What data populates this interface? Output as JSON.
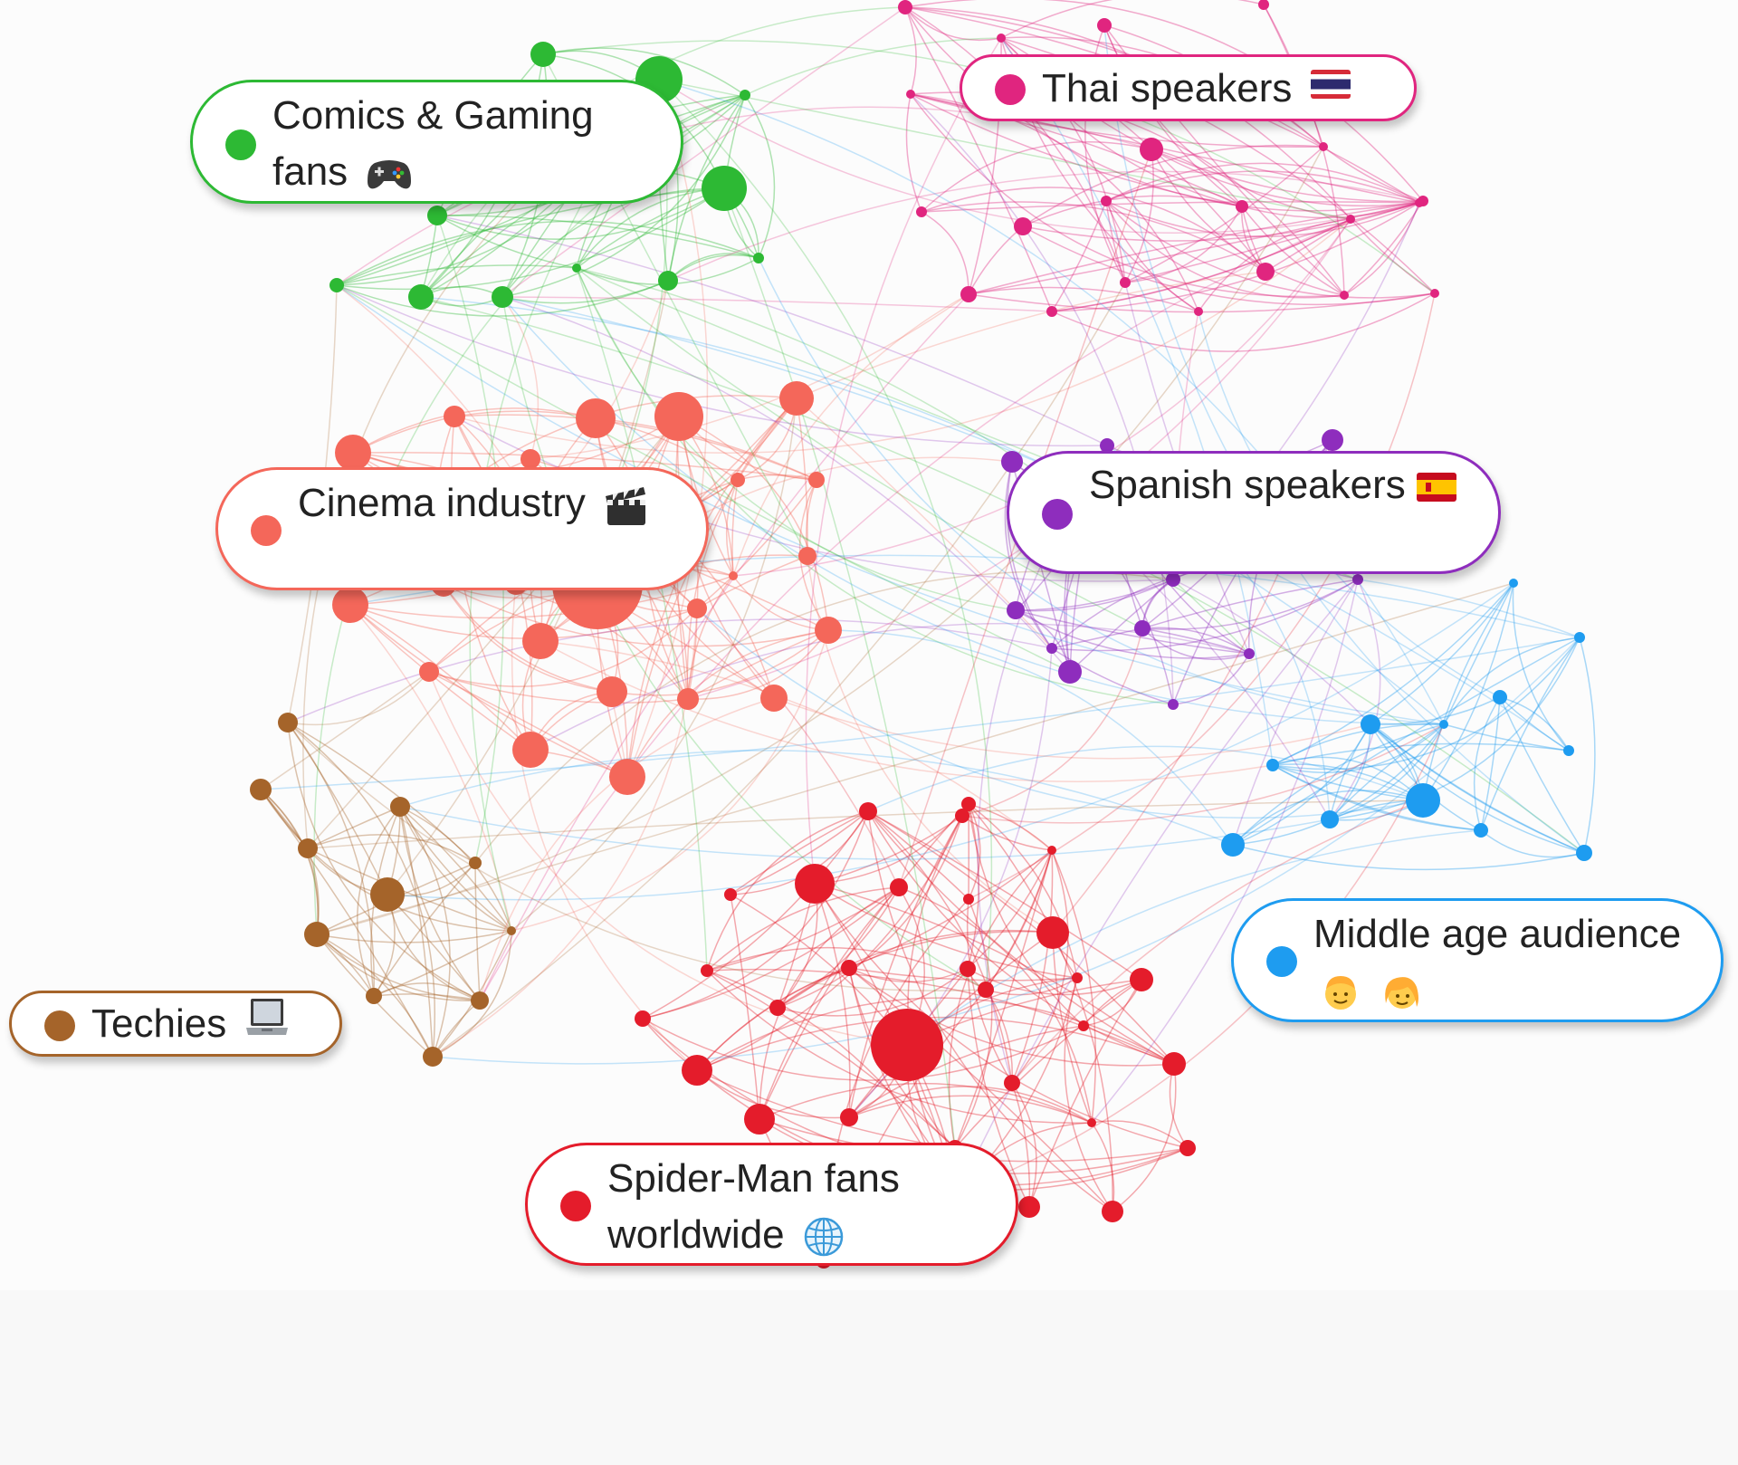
{
  "communities": [
    {
      "id": "comics",
      "label": "Comics & Gaming fans",
      "emoji": "gamepad-icon",
      "color": "#2db934"
    },
    {
      "id": "thai",
      "label": "Thai speakers",
      "emoji": "thai-flag-icon",
      "color": "#e0257f"
    },
    {
      "id": "cinema",
      "label": "Cinema industry",
      "emoji": "clapperboard-icon",
      "color": "#f4675a"
    },
    {
      "id": "spanish",
      "label": "Spanish speakers",
      "emoji": "spanish-flag-icon",
      "color": "#8e2dbd"
    },
    {
      "id": "techies",
      "label": "Techies",
      "emoji": "laptop-icon",
      "color": "#a5642a"
    },
    {
      "id": "middle",
      "label": "Middle age audience",
      "emoji": "man-and-woman-icon",
      "color": "#1e9cf0"
    },
    {
      "id": "spiderman",
      "label": "Spider-Man fans worldwide",
      "emoji": "globe-icon",
      "color": "#e41c2b"
    }
  ]
}
